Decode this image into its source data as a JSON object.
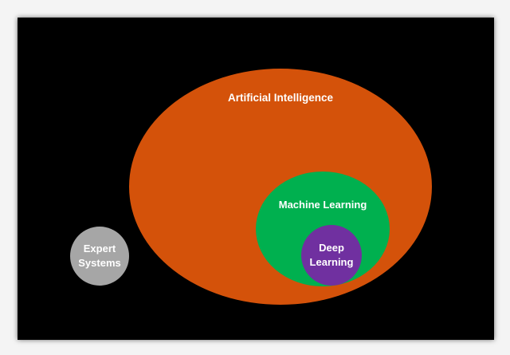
{
  "diagram": {
    "type": "nested-sets",
    "sets": {
      "artificial_intelligence": {
        "label": "Artificial Intelligence",
        "color": "#d4520a"
      },
      "machine_learning": {
        "label": "Machine Learning",
        "color": "#00b04f"
      },
      "deep_learning": {
        "label_line1": "Deep",
        "label_line2": "Learning",
        "color": "#7030a0"
      },
      "expert_systems": {
        "label_line1": "Expert",
        "label_line2": "Systems",
        "color": "#a6a6a6"
      }
    },
    "background_color": "#000000"
  }
}
